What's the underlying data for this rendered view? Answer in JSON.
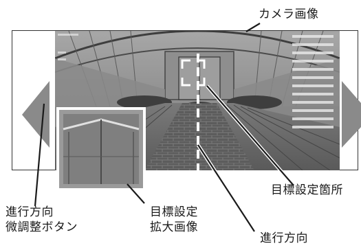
{
  "labels": {
    "camera_image": "カメラ画像",
    "target_point": "目標設定箇所",
    "fine_adjust_lines": [
      "進行方向",
      "微調整ボタン"
    ],
    "target_zoom_lines": [
      "目標設定",
      "拡大画像"
    ],
    "direction": "進行方向"
  },
  "colors": {
    "line": "#1a1a1a",
    "arrow_button": "#8a8a8a",
    "overlay_mark": "#ffffff"
  },
  "icons": {
    "left_button": "triangle-left-icon",
    "right_button": "triangle-right-icon"
  }
}
